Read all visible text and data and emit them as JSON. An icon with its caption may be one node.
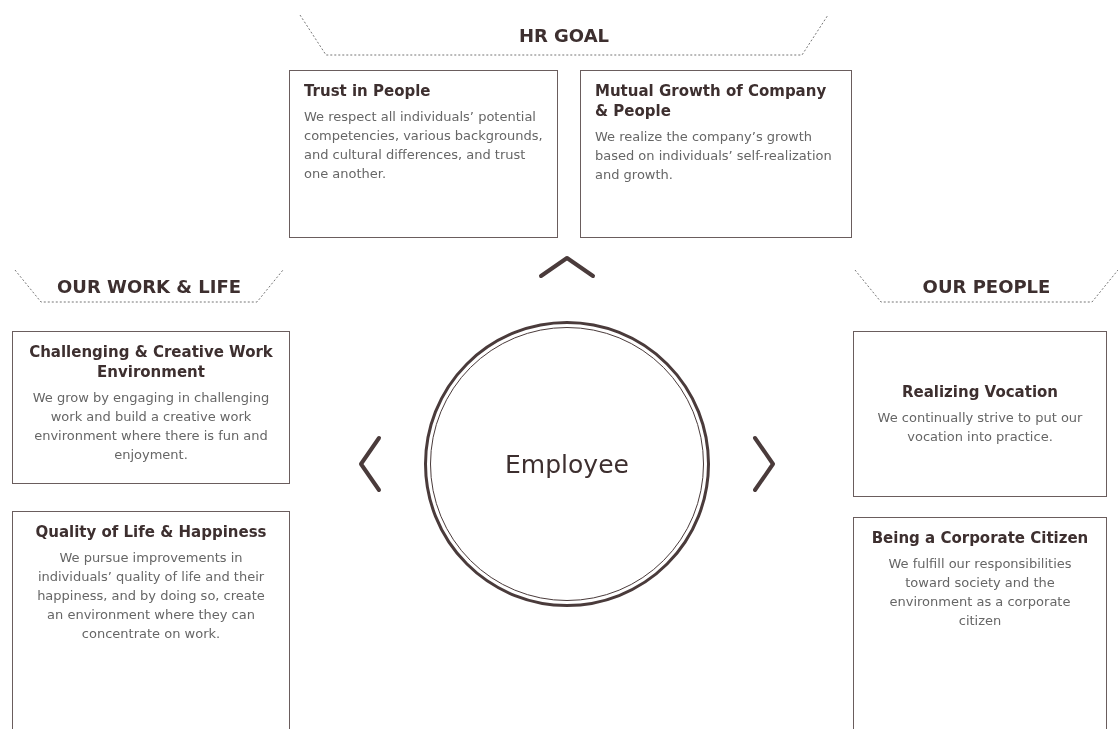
{
  "diagram": {
    "nodes": [
      {
        "text": [
          "HR GOAL"
        ]
      },
      {
        "text": [
          "Trust in People",
          "We respect all individuals’ potential competencies, various backgrounds, and cultural differences, and trust one another."
        ],
        "in": 0
      },
      {
        "text": [
          "Mutual Growth of Company & People",
          "We realize the company’s growth based on individuals’ self-realization and growth."
        ],
        "in": 0
      },
      {
        "text": [
          "OUR WORK & LIFE"
        ]
      },
      {
        "text": [
          "Challenging & Creative Work Environment",
          "We grow by engaging in challenging work and build a creative work environment where there is fun and enjoyment."
        ],
        "in": 3
      },
      {
        "text": [
          "Quality of Life & Happiness",
          "We pursue improvements in individuals’ quality of life and their happiness, and by doing so, create an environment where they can concentrate on work."
        ],
        "in": 3
      },
      {
        "text": [
          "Employee"
        ]
      },
      {
        "text": [
          "OUR PEOPLE"
        ]
      },
      {
        "text": [
          "Realizing Vocation",
          "We continually strive to put our vocation into practice."
        ],
        "in": 7
      },
      {
        "text": [
          "Being a Corporate Citizen",
          "We fulfill our responsibilities toward society and the environment as a corporate citizen"
        ],
        "in": 7
      }
    ],
    "edges": [
      {
        "from": 6,
        "to": 0,
        "arrow": "to"
      },
      {
        "from": 6,
        "to": 4,
        "arrow": "to"
      },
      {
        "from": 6,
        "to": 8,
        "arrow": "to"
      }
    ]
  }
}
